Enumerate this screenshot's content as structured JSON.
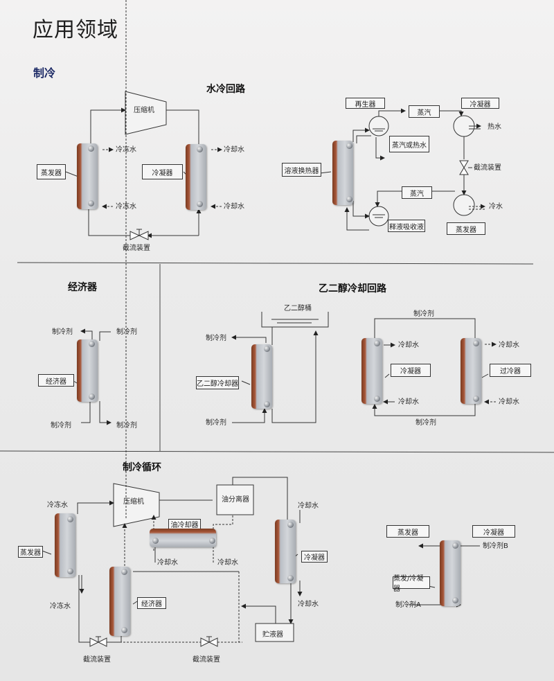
{
  "header": {
    "title": "应用领域",
    "section": "制冷"
  },
  "water_cooling": {
    "title": "水冷回路",
    "compressor": "压缩机",
    "evaporator": "蒸发器",
    "condenser": "冷凝器",
    "chilled_water_out": "冷冻水",
    "chilled_water_in": "冷冻水",
    "cooling_water_out": "冷却水",
    "cooling_water_in": "冷却水",
    "throttle": "截流装置"
  },
  "absorption": {
    "regenerator": "再生器",
    "steam_top": "蒸汽",
    "condenser": "冷凝器",
    "hot_water": "热水",
    "steam_or_hot_water": "蒸汽或热水",
    "solution_hx": "溶液换热器",
    "throttle": "截流装置",
    "steam_bottom": "蒸汽",
    "cold_water": "冷水",
    "dilute_absorbent": "释液吸收液",
    "evaporator": "蒸发器"
  },
  "economizer": {
    "title": "经济器",
    "label": "经济器",
    "ref_tl": "制冷剂",
    "ref_tr": "制冷剂",
    "ref_bl": "制冷剂",
    "ref_br": "制冷剂"
  },
  "glycol": {
    "title": "乙二醇冷却回路",
    "tank": "乙二醇桶",
    "ref_out": "制冷剂",
    "ref_in": "制冷剂",
    "glycol_cooler": "乙二醇冷却器",
    "ref_top": "制冷剂",
    "ref_bottom": "制冷剂",
    "condenser": "冷凝器",
    "subcooler": "过冷器",
    "cw1_out": "冷却水",
    "cw1_in": "冷却水",
    "cw2_out": "冷却水",
    "cw2_in": "冷却水"
  },
  "cycle": {
    "title": "制冷循环",
    "compressor": "压缩机",
    "oil_separator": "油分离器",
    "oil_cooler": "油冷却器",
    "evaporator": "蒸发器",
    "economizer": "经济器",
    "condenser": "冷凝器",
    "receiver": "贮液器",
    "chilled_in": "冷冻水",
    "chilled_out": "冷冻水",
    "oc_cw_in": "冷却水",
    "oc_cw_out": "冷却水",
    "cond_cw_in": "冷却水",
    "cond_cw_out": "冷却水",
    "throttle1": "截流装置",
    "throttle2": "截流装置"
  },
  "dual": {
    "evaporator": "蒸发器",
    "condenser": "冷凝器",
    "evap_cond": "蒸发/冷凝器",
    "ref_a": "制冷剂A",
    "ref_b": "制冷剂B"
  }
}
